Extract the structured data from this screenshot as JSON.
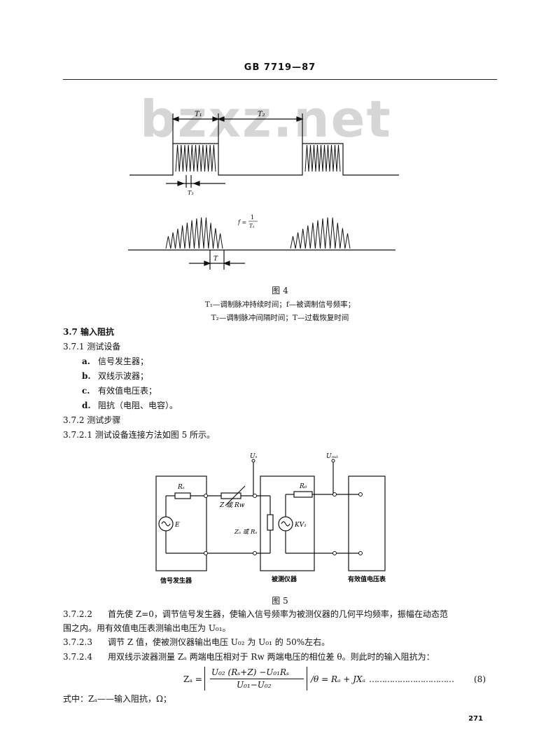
{
  "header": {
    "code": "GB 7719—87"
  },
  "watermark": "bzxz.net",
  "figure4": {
    "label_t1": "T₁",
    "label_t2": "T₂",
    "label_t3": "T₃",
    "label_t": "T",
    "formula_f": "f =",
    "formula_num": "1",
    "formula_den": "T₃",
    "caption": "图 4",
    "legend_line1": "T₁—调制脉冲持续时间；f—被调制信号频率；",
    "legend_line2": "T₂—调制脉冲间隔时间；T—过载恢复时间"
  },
  "sections": {
    "s37": "3.7  输入阻抗",
    "s371": "3.7.1  测试设备",
    "items": [
      {
        "k": "a.",
        "v": "信号发生器；"
      },
      {
        "k": "b.",
        "v": "双线示波器；"
      },
      {
        "k": "c.",
        "v": "有效值电压表；"
      },
      {
        "k": "d.",
        "v": "阻抗（电阻、电容）。"
      }
    ],
    "s372": "3.7.2  测试步骤",
    "s3721": "3.7.2.1  测试设备连接方法如图 5 所示。"
  },
  "figure5": {
    "u_s": "Uₛ",
    "u_out": "Uₒᵤₜ",
    "r_s": "Rₛ",
    "r_0": "R₀",
    "z_rw": "Z 或 Rw",
    "za_ra": "Zₐ 或 Rₐ",
    "e": "E",
    "kv": "KV₁",
    "box1": "信号发生器",
    "box2": "被测仪器",
    "box3": "有效值电压表",
    "caption": "图 5"
  },
  "paragraphs": {
    "p3722_num": "3.7.2.2",
    "p3722_line1": "首先使 Z=0，调节信号发生器，使输入信号频率为被测仪器的几何平均频率，振幅在动态范",
    "p3722_line2": "围之内。用有效值电压表测输出电压为 U₀₁。",
    "p3723_num": "3.7.2.3",
    "p3723": "调节 Z 值，使被测仪器输出电压 U₀₂ 为 U₀₁ 的 50%左右。",
    "p3724_num": "3.7.2.4",
    "p3724": "用双线示波器测量 Zₐ 两端电压相对于 Rw 两端电压的相位差 θ。则此时的输入阻抗为："
  },
  "equation": {
    "lhs": "Zₐ =",
    "numerator": "U₀₂ (Rₛ+Z) −U₀₁Rₛ",
    "denominator": "U₀₁−U₀₂",
    "rhs": "/θ = Rₐ + JXₐ",
    "dots": "……………………………",
    "number": "(8)"
  },
  "where": "式中：Zₐ——输入阻抗，Ω；",
  "page_number": "271"
}
